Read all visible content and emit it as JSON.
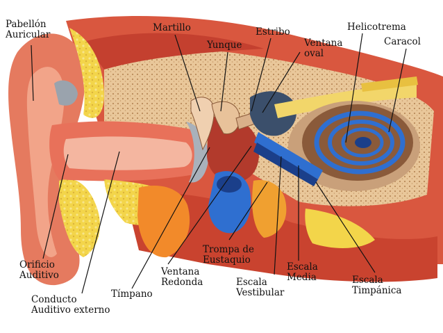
{
  "colors": {
    "flesh": "#e06a52",
    "flesh_light": "#f2a489",
    "flesh_dark": "#b8392a",
    "bone": "#e9c79a",
    "bone_dot": "#b98a5a",
    "fat_yellow": "#f3d54a",
    "gray": "#9aa3ad",
    "blue": "#2f6fd0",
    "blue_dark": "#1b3f8a",
    "cochlea": "#8a5a3a",
    "orange": "#f28a2a",
    "leader": "#111111"
  },
  "labels": {
    "pabellon": [
      "Pabellón",
      "Auricular"
    ],
    "martillo": "Martillo",
    "estribo": "Estribo",
    "yunque": "Yunque",
    "ventana_oval": [
      "Ventana",
      "oval"
    ],
    "helicotrema": "Helicotrema",
    "caracol": "Caracol",
    "orificio": [
      "Orificio",
      "Auditivo"
    ],
    "conducto": [
      "Conducto",
      "Auditivo externo"
    ],
    "timpano": "Tímpano",
    "ventana_redonda": [
      "Ventana",
      "Redonda"
    ],
    "trompa": [
      "Trompa de",
      "Eustaquio"
    ],
    "escala_vestibular": [
      "Escala",
      "Vestibular"
    ],
    "escala_media": [
      "Escala",
      "Media"
    ],
    "escala_timpanica": [
      "Escala",
      "Timpánica"
    ]
  }
}
